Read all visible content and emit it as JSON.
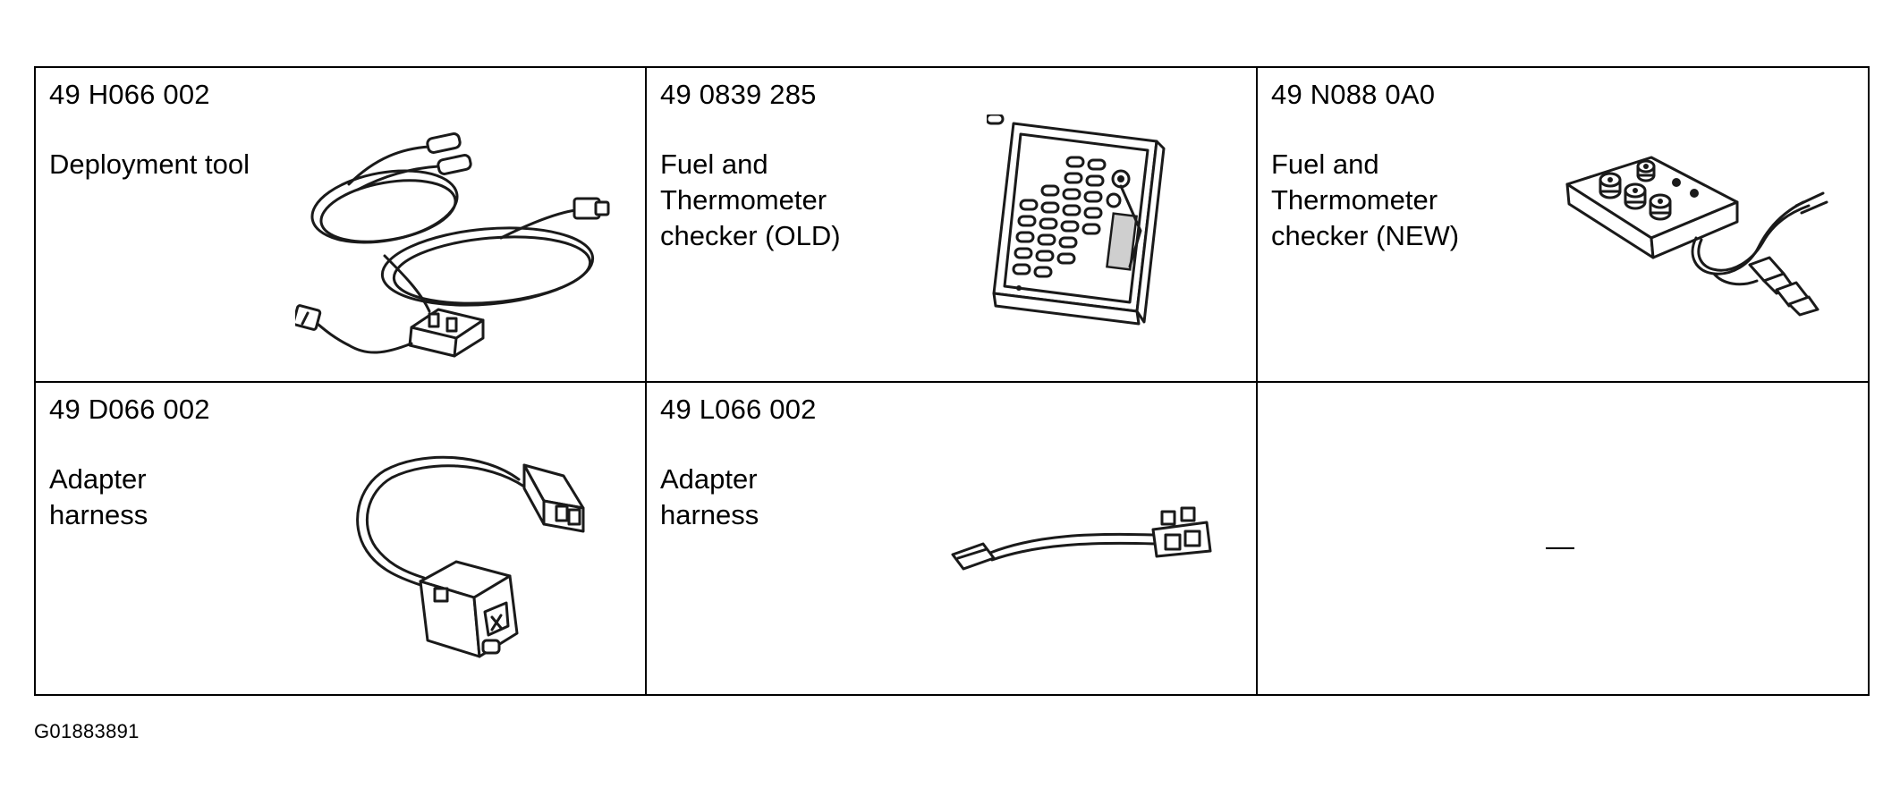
{
  "tools": [
    {
      "part_number": "49 H066 002",
      "description": "Deployment tool",
      "illustration": "deployment-tool-drawing"
    },
    {
      "part_number": "49 0839 285",
      "description": "Fuel and\nThermometer\nchecker (OLD)",
      "illustration": "fuel-thermometer-checker-old-drawing"
    },
    {
      "part_number": "49 N088 0A0",
      "description": "Fuel and\nThermometer\nchecker (NEW)",
      "illustration": "fuel-thermometer-checker-new-drawing"
    },
    {
      "part_number": "49 D066 002",
      "description": "Adapter\nharness",
      "illustration": "adapter-harness-d066-drawing"
    },
    {
      "part_number": "49 L066 002",
      "description": "Adapter\nharness",
      "illustration": "adapter-harness-l066-drawing"
    },
    {
      "part_number": "",
      "description": "—",
      "illustration": ""
    }
  ],
  "figure_id": "G01883891"
}
